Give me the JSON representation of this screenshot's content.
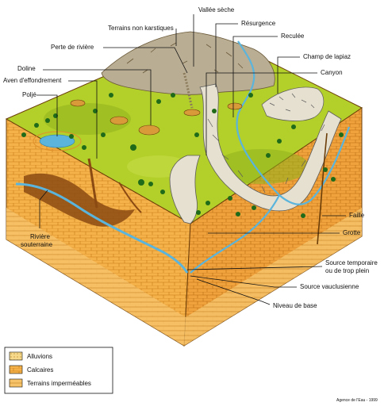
{
  "labels": {
    "vallee_seche": "Vallée sèche",
    "terrains_non_karstiques": "Terrains non karstiques",
    "resurgence": "Résurgence",
    "perte_de_riviere": "Perte de rivière",
    "reculee": "Reculée",
    "champ_de_lapiaz": "Champ de lapiaz",
    "doline": "Doline",
    "canyon": "Canyon",
    "aven": "Aven d'effondrement",
    "polje": "Poljé",
    "faille": "Faille",
    "grotte": "Grotte",
    "riviere_souterraine_1": "Rivière",
    "riviere_souterraine_2": "souterraine",
    "source_temporaire_1": "Source temporaire",
    "source_temporaire_2": "ou de trop plein",
    "source_vauclusienne": "Source vauclusienne",
    "niveau_de_base": "Niveau de base"
  },
  "legend": {
    "alluvions": "Alluvions",
    "calcaires": "Calcaires",
    "impermeables": "Terrains imperméables"
  },
  "credit": "Agence de l'Eau - 1999",
  "colors": {
    "grass": "#b3cf2a",
    "grass_dark": "#8fb21c",
    "limestone": "#f5b24a",
    "limestone_dark": "#e0902a",
    "impermeable": "#f7c36a",
    "water": "#5ab4dc",
    "rock": "#d8d2c2",
    "tree": "#1f6b1a"
  }
}
